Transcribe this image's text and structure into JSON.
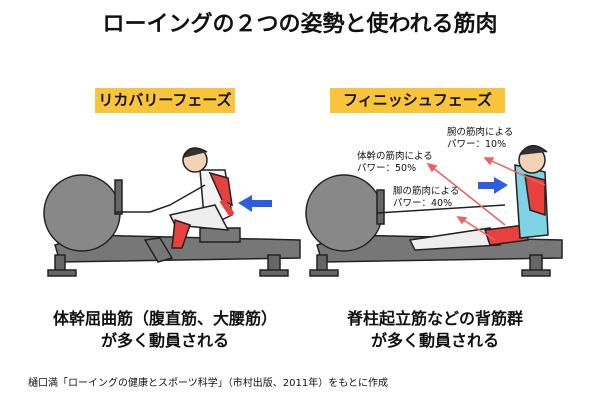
{
  "title": "ローイングの２つの姿勢と使われる筋肉",
  "recovery": {
    "label": "リカバリーフェーズ",
    "desc_line1": "体幹屈曲筋（腹直筋、大腰筋）",
    "desc_line2": "が多く動員される"
  },
  "finish": {
    "label": "フィニッシュフェーズ",
    "desc_line1": "脊柱起立筋などの背筋群",
    "desc_line2": "が多く動員される",
    "arm": {
      "line1": "腕の筋肉による",
      "line2": "パワー：10%"
    },
    "trunk": {
      "line1": "体幹の筋肉による",
      "line2": "パワー：50%"
    },
    "leg": {
      "line1": "脚の筋肉による",
      "line2": "パワー：40%"
    }
  },
  "source": "樋口満「ローイングの健康とスポーツ科学」（市村出版、2011年）をもとに作成",
  "colors": {
    "highlight": "#f8c53a",
    "muscle": "#e8413d",
    "arrow_blue": "#2f5de0",
    "arrow_red": "#f06060"
  }
}
